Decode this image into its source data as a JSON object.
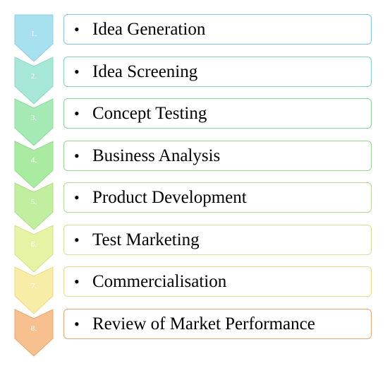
{
  "steps": [
    {
      "number": "1.",
      "label": " Idea Generation",
      "fill": "#a7e1ef",
      "stroke": "#8ccfe0",
      "border": "#84c7dc"
    },
    {
      "number": "2.",
      "label": "Idea Screening",
      "fill": "#a6e7d7",
      "stroke": "#8bd8c4",
      "border": "#86cfc2"
    },
    {
      "number": "3.",
      "label": "Concept Testing",
      "fill": "#a5eab4",
      "stroke": "#8ddb9e",
      "border": "#8ad59c"
    },
    {
      "number": "4.",
      "label": "Business Analysis",
      "fill": "#a9eca1",
      "stroke": "#92dc88",
      "border": "#96d88e"
    },
    {
      "number": "5.",
      "label": "Product Development",
      "fill": "#c2ee9f",
      "stroke": "#aede86",
      "border": "#b4dc91"
    },
    {
      "number": "6.",
      "label": "Test Marketing",
      "fill": "#e6f3a4",
      "stroke": "#d6e48b",
      "border": "#d5df98"
    },
    {
      "number": "7.",
      "label": "Commercialisation",
      "fill": "#f8eda6",
      "stroke": "#ecdb87",
      "border": "#e8d98f"
    },
    {
      "number": "8.",
      "label": "Review of Market Performance",
      "fill": "#f6c08f",
      "stroke": "#eaa66a",
      "border": "#eaa670"
    }
  ],
  "bullet_char": "•"
}
